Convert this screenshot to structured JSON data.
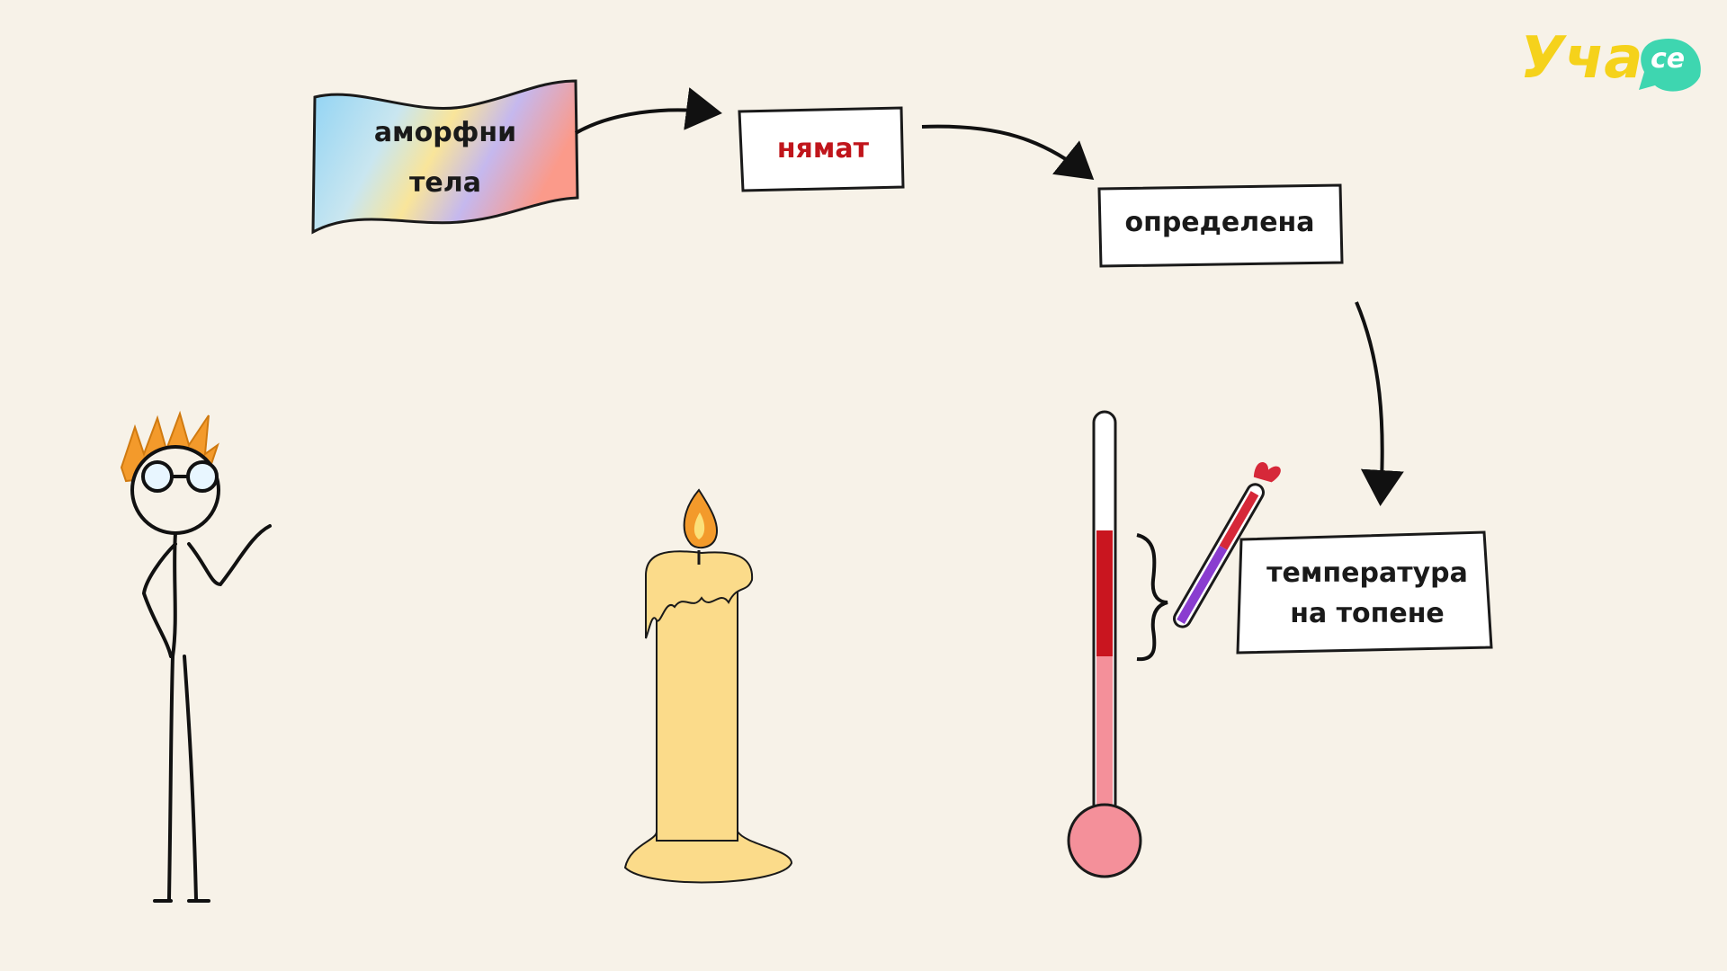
{
  "logo": {
    "main": "Уча",
    "suffix": "се",
    "colors": {
      "main": "#f5d21b",
      "badge": "#3ed6b0"
    }
  },
  "concept_map": {
    "start": "аморфни тела",
    "start_line1": "аморфни",
    "start_line2": "тела",
    "step1": "нямат",
    "step2": "определена",
    "end_line1": "температура",
    "end_line2": "на топене"
  },
  "colors": {
    "accent_red": "#c0151b",
    "thermometer_fill": "#f4909a",
    "thermometer_dark": "#c9151f",
    "candle": "#fbdb8a",
    "background": "#f7f2e8"
  },
  "illustration_icons": [
    "stick-figure-icon",
    "candle-icon",
    "thermometer-icon",
    "small-thermometer-icon"
  ]
}
